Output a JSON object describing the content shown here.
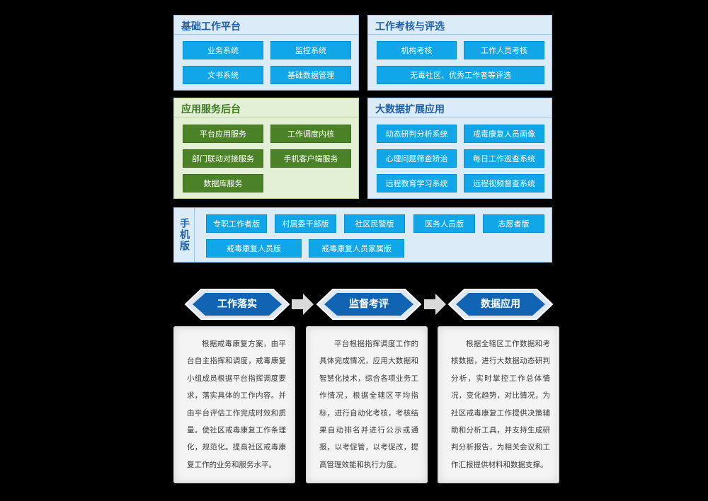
{
  "colors": {
    "blue_button": "#11a6e8",
    "green_button": "#4c8227",
    "panel_blue": "#dcebf8",
    "panel_green": "#e3f0d6",
    "hex_blue": "#1164b4",
    "background": "#000000"
  },
  "panels": {
    "base_platform": {
      "title": "基础工作平台",
      "items": [
        "业务系统",
        "监控系统",
        "文书系统",
        "基础数据管理"
      ]
    },
    "assessment": {
      "title": "工作考核与评选",
      "items": [
        "机构考核",
        "工作人员考核",
        "无毒社区、优秀工作者等评选"
      ]
    },
    "app_backend": {
      "title": "应用服务后台",
      "items": [
        "平台应用服务",
        "工作调度内核",
        "部门联动对接服务",
        "手机客户端服务",
        "数据库服务"
      ]
    },
    "bigdata": {
      "title": "大数据扩展应用",
      "items": [
        "动态研判分析系统",
        "戒毒康复人员画像",
        "心理问题筛查矫治",
        "每日工作巡查系统",
        "远程教育学习系统",
        "远程视频督查系统"
      ]
    }
  },
  "mobile": {
    "label": "手机版",
    "items": [
      "专职工作者版",
      "村居委干部版",
      "社区民警版",
      "医务人员版",
      "志愿者版",
      "戒毒康复人员版",
      "戒毒康复人员家属版"
    ]
  },
  "flow": {
    "steps": [
      {
        "title": "工作落实",
        "text": "根据戒毒康复方案，由平台自主指挥和调度，戒毒康复小组成员根据平台指挥调度要求，落实具体的工作内容。并由平台评估工作完成时效和质量。使社区戒毒康复工作条理化，规范化。提高社区戒毒康复工作的业务和服务水平。"
      },
      {
        "title": "监督考评",
        "text": "平台根据指挥调度工作的具体完成情况，应用大数据和智慧化技术，综合各项业务工作情况，根据全辖区平均指标，进行自动化考核，考核结果自动排名并进行公示或通报，以考促管，以考促改，提高管理效能和执行力度。"
      },
      {
        "title": "数据应用",
        "text": "根据全辖区工作数据和考核数据，进行大数据动态研判分析，实时掌控工作总体情况，变化趋势，对比情况，为社区戒毒康复工作提供决策辅助和分析工具，并支持生成研判分析报告，为相关会议和工作汇报提供材料和数据支撑。"
      }
    ]
  }
}
